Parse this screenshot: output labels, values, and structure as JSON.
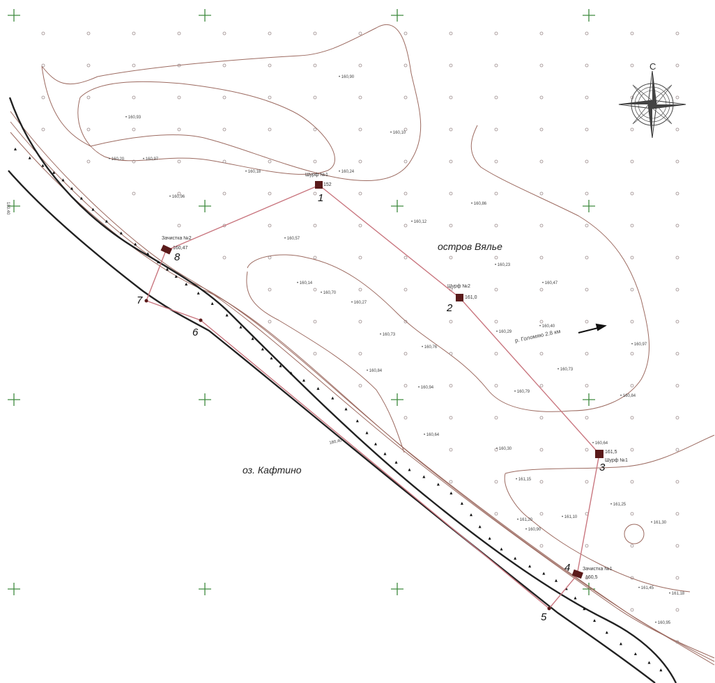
{
  "map": {
    "island_name": "остров Вялье",
    "lake_name": "оз. Кафтино",
    "direction_note": "р. Голомяю 2.8 км",
    "compass_north": "С",
    "edge_label_left": "180.40",
    "small_label_bottom_left": "180,40",
    "points": [
      {
        "num": "1",
        "label": "Шурф №1",
        "elev": "152"
      },
      {
        "num": "2",
        "label": "Шурф №2",
        "elev": "161,0"
      },
      {
        "num": "3",
        "label": "Шурф №1",
        "elev": "161,5"
      },
      {
        "num": "4",
        "label": "Зачистка №1",
        "elev": "160,5"
      },
      {
        "num": "5"
      },
      {
        "num": "6"
      },
      {
        "num": "7"
      },
      {
        "num": "8",
        "label": "Зачистка №2",
        "elev": "160,47"
      }
    ],
    "elevations": [
      "160,90",
      "160,93",
      "160,20",
      "160,97",
      "160,96",
      "160,18",
      "160,24",
      "160,10",
      "160,12",
      "160,86",
      "160,57",
      "160,14",
      "160,70",
      "160,27",
      "160,73",
      "160,76",
      "160,84",
      "160,94",
      "160,79",
      "160,47",
      "160,23",
      "160,29",
      "160,40",
      "160,73",
      "160,84",
      "160,97",
      "160,64",
      "160,30",
      "160,64",
      "161,15",
      "161,20",
      "160,90",
      "161,10",
      "161,25",
      "161,30",
      "161,45",
      "161,18",
      "160,95"
    ],
    "colors": {
      "boundary": "#c9767f",
      "contour": "#9c6a60",
      "shore": "#222222",
      "cross": "#3f8a3f",
      "marker": "#5a1a1a"
    }
  }
}
